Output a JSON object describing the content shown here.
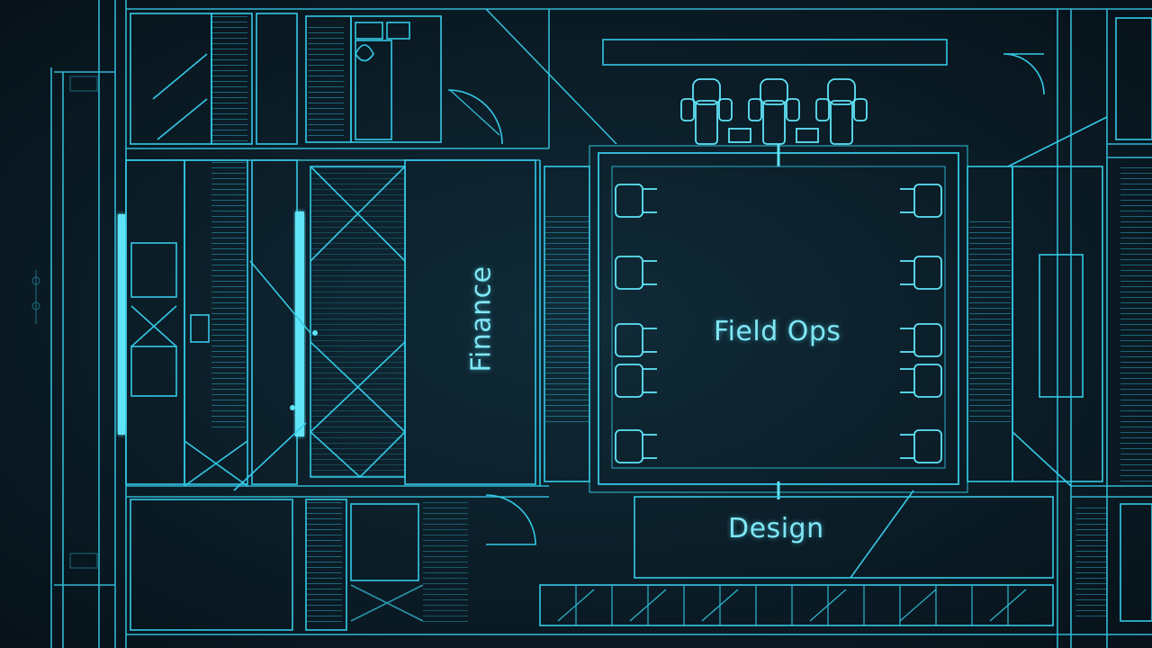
{
  "rooms": {
    "field_ops": "Field Ops",
    "finance": "Finance",
    "design": "Design"
  },
  "colors": {
    "background": "#0b1a24",
    "line": "#35c9e6",
    "glow": "#5fe4f7",
    "label": "#7fe6f5"
  },
  "icons": [
    "chair-icon",
    "stair-icon",
    "door-swing-icon",
    "table-icon"
  ]
}
